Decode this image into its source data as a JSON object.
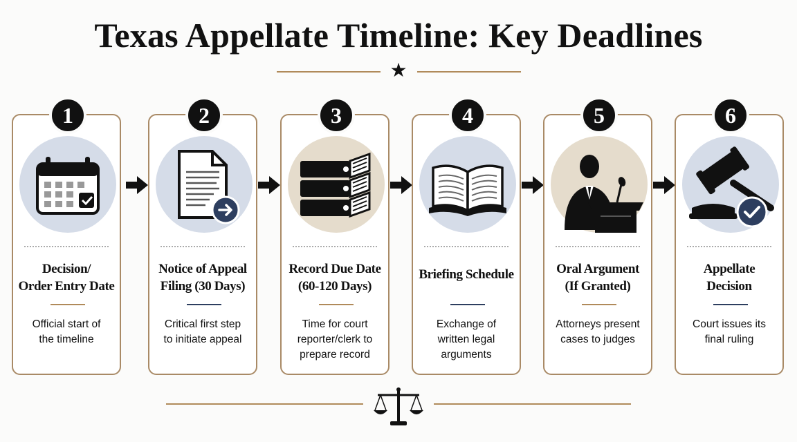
{
  "header": {
    "title": "Texas Appellate Timeline: Key Deadlines"
  },
  "colors": {
    "gold": "#b08a5a",
    "navy": "#2d3e5f",
    "circle_blue": "#d5dce8",
    "circle_beige": "#e5dccc",
    "dark": "#111111"
  },
  "steps": [
    {
      "number": "1",
      "title_lines": [
        "Decision/",
        "Order Entry Date"
      ],
      "description_lines": [
        "Official start of",
        "the timeline"
      ],
      "icon": "calendar-check-icon",
      "accent": "#b08a5a"
    },
    {
      "number": "2",
      "title_lines": [
        "Notice of Appeal",
        "Filing (30 Days)"
      ],
      "description_lines": [
        "Critical first step",
        "to initiate appeal"
      ],
      "icon": "document-arrow-icon",
      "accent": "#2d3e5f"
    },
    {
      "number": "3",
      "title_lines": [
        "Record Due Date",
        "(60-120 Days)"
      ],
      "description_lines": [
        "Time for court",
        "reporter/clerk to",
        "prepare record"
      ],
      "icon": "binders-icon",
      "accent": "#b08a5a"
    },
    {
      "number": "4",
      "title_lines": [
        "Briefing Schedule"
      ],
      "description_lines": [
        "Exchange of",
        "written legal",
        "arguments"
      ],
      "icon": "open-book-icon",
      "accent": "#2d3e5f"
    },
    {
      "number": "5",
      "title_lines": [
        "Oral Argument",
        "(If Granted)"
      ],
      "description_lines": [
        "Attorneys present",
        "cases to judges"
      ],
      "icon": "podium-speaker-icon",
      "accent": "#b08a5a"
    },
    {
      "number": "6",
      "title_lines": [
        "Appellate",
        "Decision"
      ],
      "description_lines": [
        "Court issues its",
        "final ruling"
      ],
      "icon": "gavel-check-icon",
      "accent": "#2d3e5f"
    }
  ],
  "decor": {
    "header_icon": "star-icon",
    "footer_icon": "scales-of-justice-icon",
    "connector_icon": "arrow-right-icon"
  }
}
